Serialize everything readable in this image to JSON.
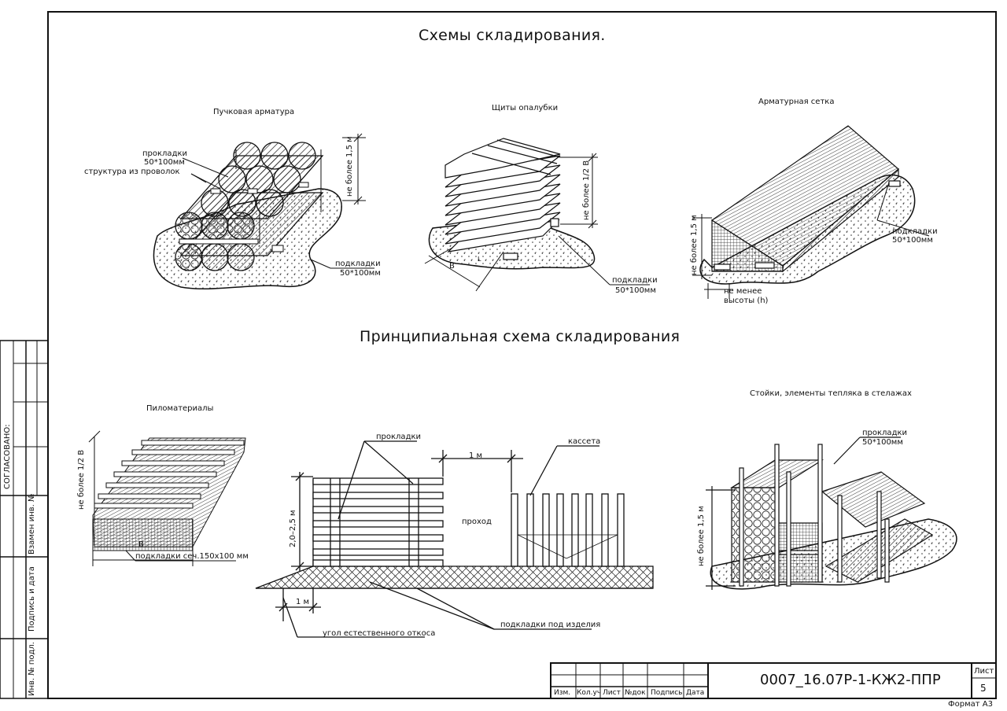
{
  "sheet": {
    "main_title": "Схемы складирования.",
    "principal_title": "Принципиальная схема складирования",
    "code": "0007_16.07Р-1-КЖ2-ППР",
    "sheet_label": "Лист",
    "sheet_number": "5",
    "format": "Формат А3"
  },
  "stamp_columns": [
    "Изм.",
    "Кол.уч",
    "Лист",
    "№док",
    "Подпись",
    "Дата"
  ],
  "side_strip": {
    "agreed": "СОГЛАСОВАНО:",
    "inv_replace": "Взамен инв. №",
    "sign_date": "Подпись и дата",
    "inv_orig": "Инв. № подл."
  },
  "bundle_rebar": {
    "title": "Пучковая арматура",
    "spacers_top": "прокладки",
    "spacers_top_size": "50*100мм",
    "wire_structure": "структура из проволок",
    "height_limit": "не более 1,5 м",
    "pads": "подкладки",
    "pads_size": "50*100мм"
  },
  "formwork": {
    "title": "Щиты опалубки",
    "height_limit": "не более 1/2 В",
    "width_mark": "В",
    "length_mark": "L",
    "pads": "подкладки",
    "pads_size": "50*100мм"
  },
  "mesh": {
    "title": "Арматурная сетка",
    "height_limit": "не более 1,5 м",
    "pads": "подкладки",
    "pads_size": "50*100мм",
    "not_less": "не менее",
    "height_h": "высоты (h)"
  },
  "lumber": {
    "title": "Пиломатериалы",
    "height_limit": "не более 1/2 В",
    "width_mark": "В",
    "pads": "подкладки сеч.150х100 мм"
  },
  "principal": {
    "spacers": "прокладки",
    "cassette": "кассета",
    "one_m_top": "1 м",
    "passage": "проход",
    "height_range": "2,0–2,5 м",
    "one_m_bottom": "1 м",
    "slope": "угол естественного откоса",
    "product_pads": "подкладки под изделия"
  },
  "racks": {
    "title": "Стойки, элементы тепляка в стелажах",
    "spacers": "прокладки",
    "spacers_size": "50*100мм",
    "height_limit": "не более 1,5 м"
  }
}
